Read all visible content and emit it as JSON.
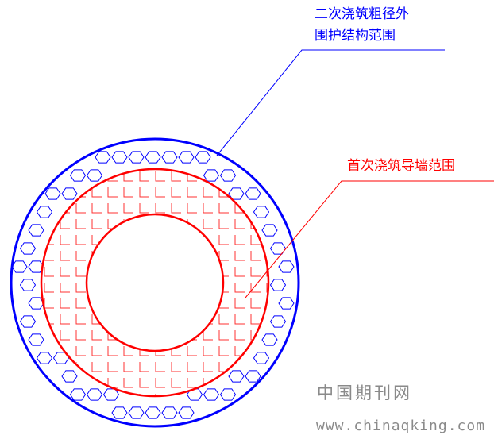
{
  "labels": {
    "outer_line1": "二次浇筑粗径外",
    "outer_line2": "围护结构范围",
    "inner": "首次浇筑导墙范围"
  },
  "watermark": {
    "site_cn": "中国期刊网",
    "url": "www.chinaqking.com"
  },
  "colors": {
    "blue": "#0000ff",
    "red": "#ff0000",
    "hatch_red": "#ff3030",
    "hex_blue": "#0000ff",
    "watermark": "#8a8a8a"
  }
}
